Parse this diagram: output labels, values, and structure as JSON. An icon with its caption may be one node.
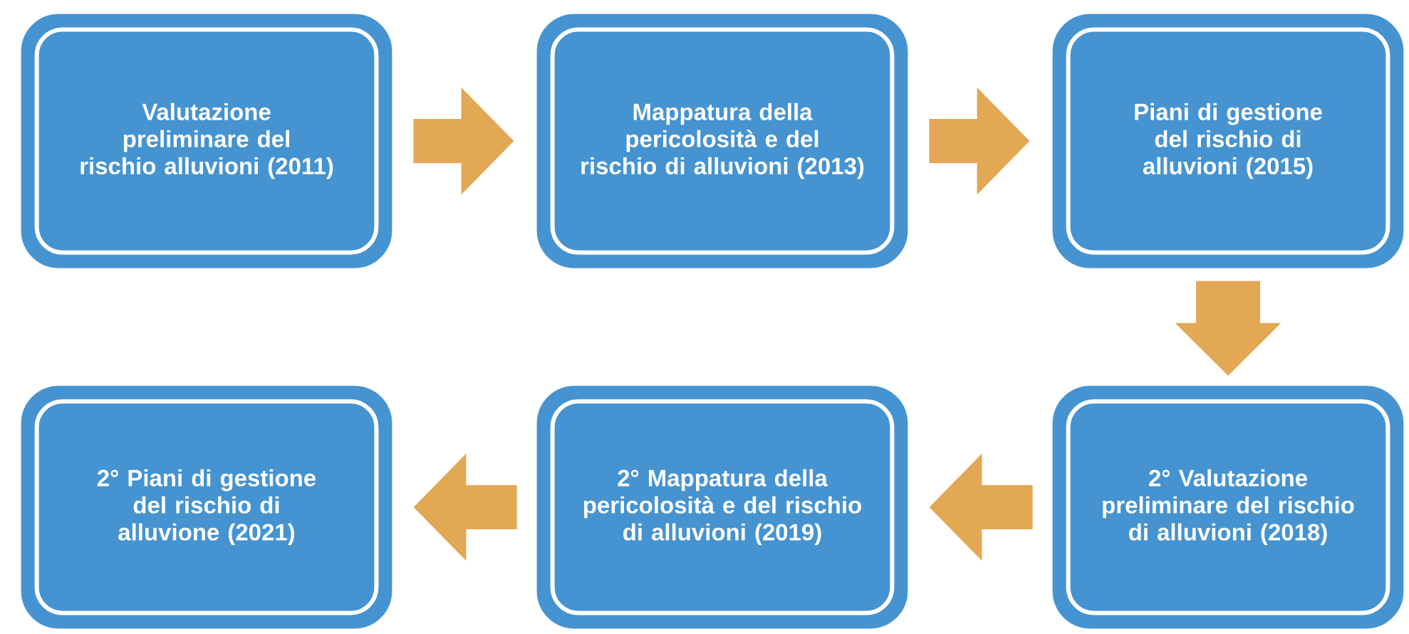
{
  "diagram": {
    "nodes": [
      {
        "text": [
          "Valutazione preliminare del rischio alluvioni (2011)"
        ]
      },
      {
        "text": [
          "Mappatura della pericolosità e del rischio di alluvioni (2013)"
        ]
      },
      {
        "text": [
          "Piani di gestione del rischio di alluvioni (2015)"
        ]
      },
      {
        "text": [
          "2° Valutazione preliminare del rischio di alluvioni (2018)"
        ]
      },
      {
        "text": [
          "2° Mappatura della pericolosità e del rischio di alluvioni (2019)"
        ]
      },
      {
        "text": [
          "2° Piani di gestione del rischio di alluvione (2021)"
        ]
      }
    ],
    "edges": [
      {
        "from": 0,
        "to": 1,
        "arrow": "to"
      },
      {
        "from": 1,
        "to": 2,
        "arrow": "to"
      },
      {
        "from": 2,
        "to": 3,
        "arrow": "to"
      },
      {
        "from": 3,
        "to": 4,
        "arrow": "to"
      },
      {
        "from": 4,
        "to": 5,
        "arrow": "to"
      }
    ]
  }
}
